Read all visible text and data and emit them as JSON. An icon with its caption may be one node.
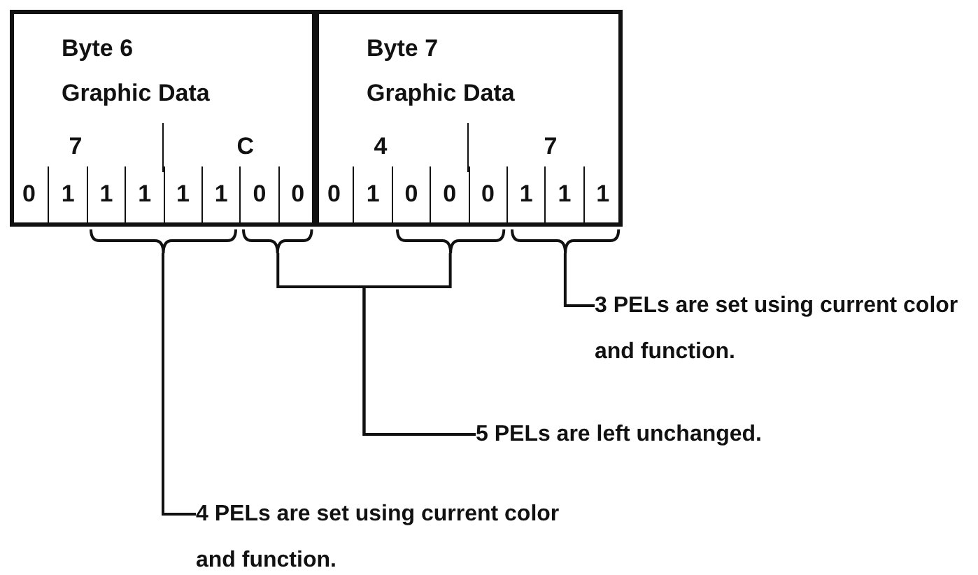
{
  "diagram": {
    "nodes": [
      {
        "text": [
          "Byte 6",
          "Graphic Data"
        ]
      },
      {
        "text": [
          "0"
        ],
        "in": 0
      },
      {
        "text": [
          "1"
        ],
        "in": 0
      },
      {
        "text": [
          "1"
        ],
        "in": 0
      },
      {
        "text": [
          "1"
        ],
        "in": 0
      },
      {
        "text": [
          "1"
        ],
        "in": 0
      },
      {
        "text": [
          "1"
        ],
        "in": 0
      },
      {
        "text": [
          "0"
        ],
        "in": 0
      },
      {
        "text": [
          "0"
        ],
        "in": 0
      },
      {
        "text": [
          "Byte 7",
          "Graphic Data"
        ]
      },
      {
        "text": [
          "0"
        ],
        "in": 9
      },
      {
        "text": [
          "1"
        ],
        "in": 9
      },
      {
        "text": [
          "0"
        ],
        "in": 9
      },
      {
        "text": [
          "0"
        ],
        "in": 9
      },
      {
        "text": [
          "0"
        ],
        "in": 9
      },
      {
        "text": [
          "1"
        ],
        "in": 9
      },
      {
        "text": [
          "1"
        ],
        "in": 9
      },
      {
        "text": [
          "1"
        ],
        "in": 9
      },
      {
        "text": [],
        "shape": "bracket"
      },
      {
        "text": [],
        "shape": "bracket"
      },
      {
        "text": [],
        "shape": "bracket"
      },
      {
        "text": [],
        "shape": "bracket"
      },
      {
        "text": [
          "3 PELs are set using current color and function."
        ]
      },
      {
        "text": [
          "5 PELs are left unchanged."
        ]
      },
      {
        "text": [
          "4 PELs are set using current color and function."
        ]
      }
    ],
    "edges": [
      {
        "from": 22,
        "to": 21,
        "arrow": "none"
      },
      {
        "from": 23,
        "to": 19,
        "arrow": "none"
      },
      {
        "from": 23,
        "to": 20,
        "arrow": "none"
      },
      {
        "from": 24,
        "to": 18,
        "arrow": "none"
      }
    ],
    "labels": [
      "7",
      "C",
      "4",
      "7"
    ]
  }
}
